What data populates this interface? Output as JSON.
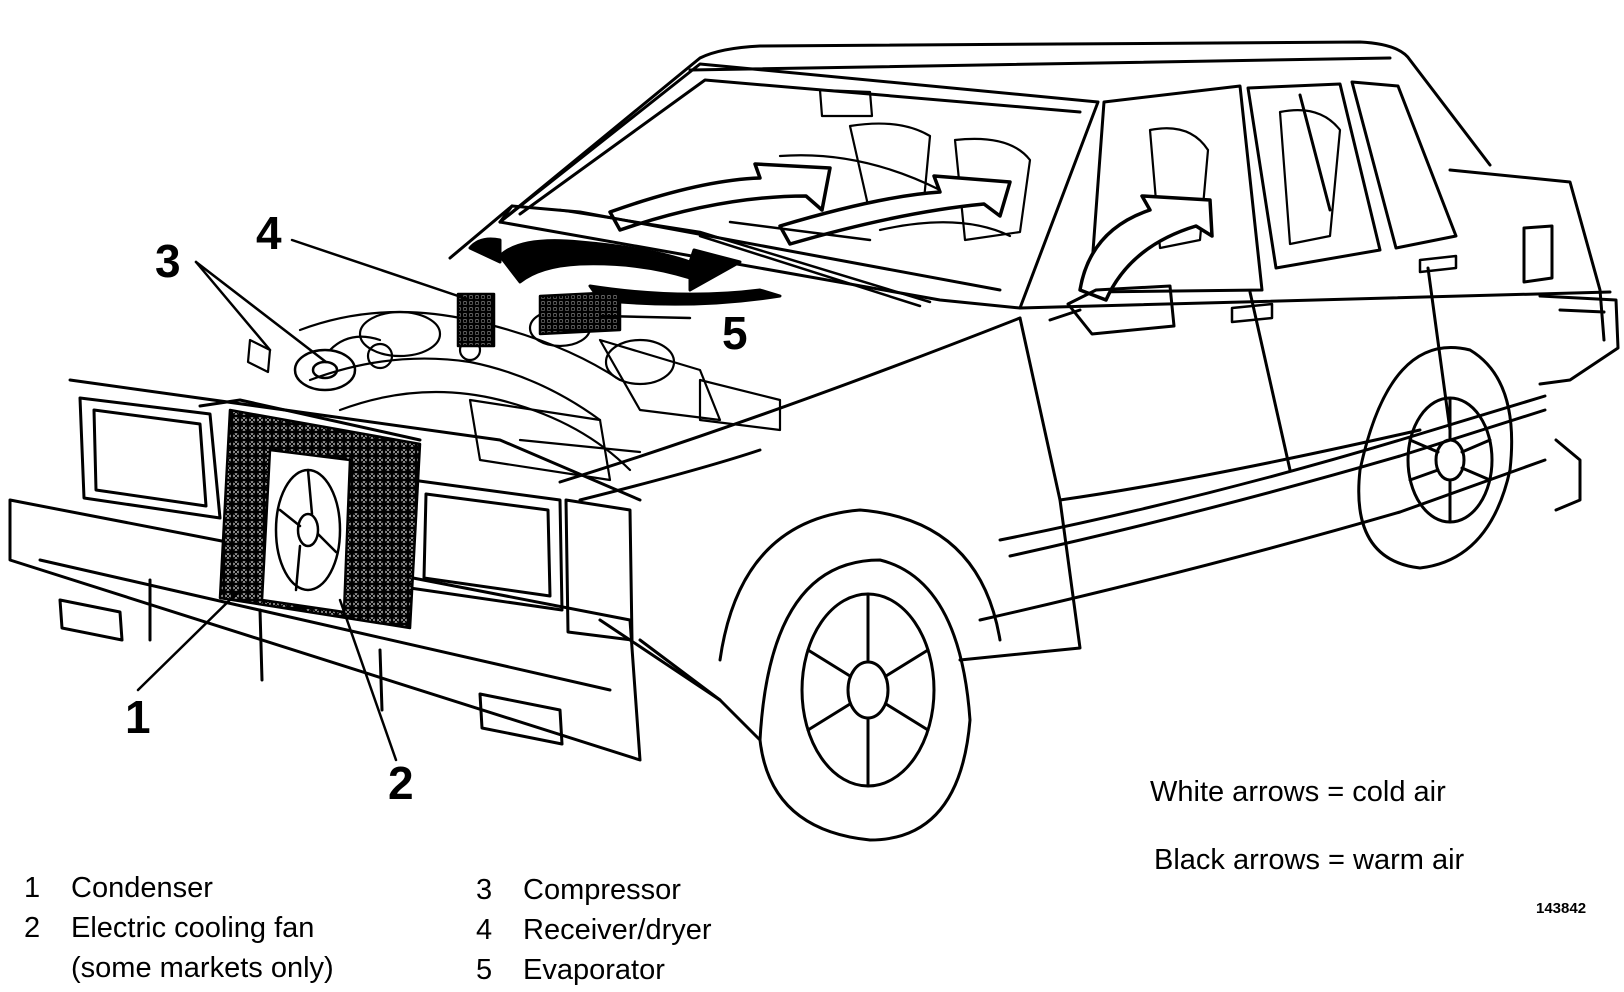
{
  "callouts": [
    "1",
    "2",
    "3",
    "4",
    "5"
  ],
  "legend": [
    {
      "num": "1",
      "text": "Condenser"
    },
    {
      "num": "2",
      "text": "Electric cooling fan"
    },
    {
      "num": "",
      "text": "(some markets only)"
    },
    {
      "num": "3",
      "text": "Compressor"
    },
    {
      "num": "4",
      "text": "Receiver/dryer"
    },
    {
      "num": "5",
      "text": "Evaporator"
    }
  ],
  "notes": {
    "white_arrows": "White arrows = cold air",
    "black_arrows": "Black arrows = warm air"
  },
  "figure_number": "143842",
  "colors": {
    "ink": "#000000",
    "paper": "#ffffff"
  }
}
